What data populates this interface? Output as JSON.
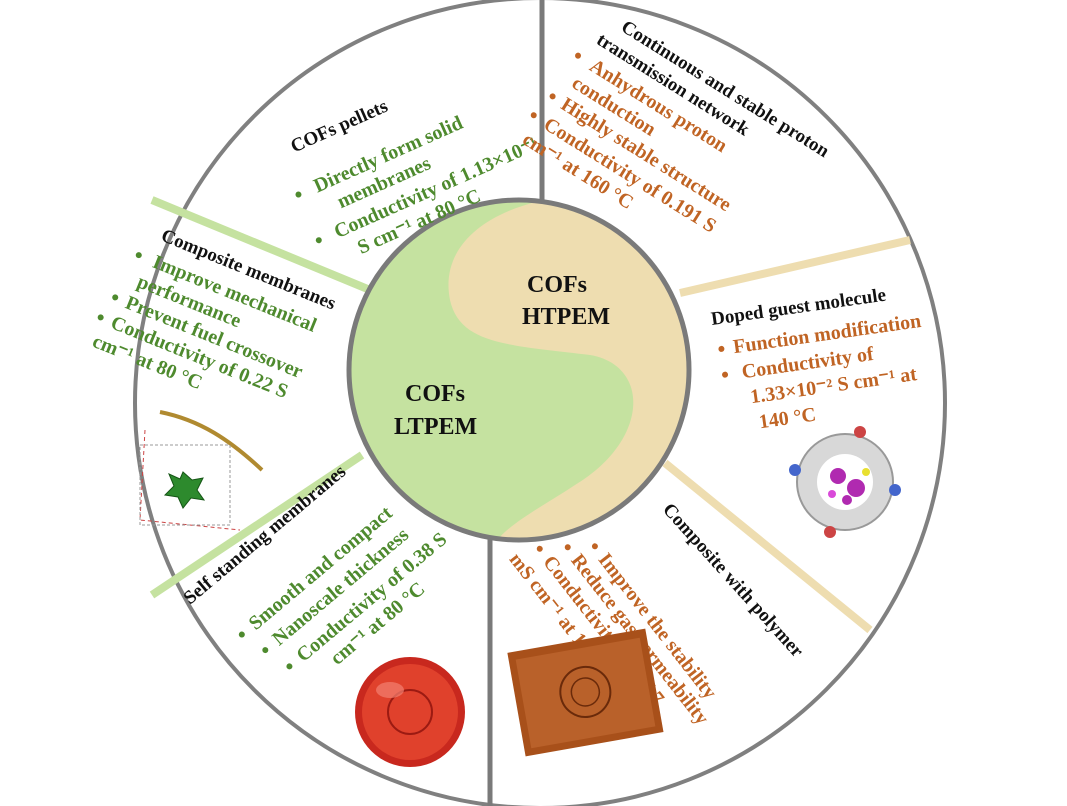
{
  "center": {
    "left": {
      "line1": "COFs",
      "line2": "LTPEM"
    },
    "right": {
      "line1": "COFs",
      "line2": "HTPEM"
    }
  },
  "segments": {
    "pellets": {
      "title": "COFs pellets",
      "items": [
        "Directly form solid",
        "membranes",
        "Conductivity of 1.13×10⁻¹",
        "S cm⁻¹ at 80 °C"
      ]
    },
    "continuous": {
      "title1": "Continuous and stable proton",
      "title2": "transmission network",
      "items": [
        "Anhydrous proton",
        "conduction",
        "Highly stable structure",
        "Conductivity of 0.191 S",
        "cm⁻¹ at 160 °C"
      ]
    },
    "composite": {
      "title": "Composite membranes",
      "items": [
        "Improve  mechanical",
        "performance",
        "Prevent fuel crossover",
        "Conductivity of 0.22 S",
        "cm⁻¹ at 80 °C"
      ]
    },
    "doped": {
      "title": "Doped guest molecule",
      "items": [
        "Function modification",
        "Conductivity of",
        "1.33×10⁻² S cm⁻¹ at",
        "140 °C"
      ]
    },
    "selfstanding": {
      "title": "Self standing membranes",
      "items": [
        "Smooth and compact",
        "Nanoscale thickness",
        "Conductivity of 0.38 S",
        "cm⁻¹ at 80 °C"
      ]
    },
    "polymer": {
      "title": "Composite with polymer",
      "items": [
        "Improve the stability",
        "Reduce gas permeability",
        "Conductivity of 177.7",
        "mS cm⁻¹ at 160 °C"
      ]
    }
  },
  "colors": {
    "green": "#c5e2a0",
    "tan": "#eeddb0",
    "green_text": "#4e8a2e",
    "orange_text": "#c06424",
    "outline": "#808080"
  }
}
